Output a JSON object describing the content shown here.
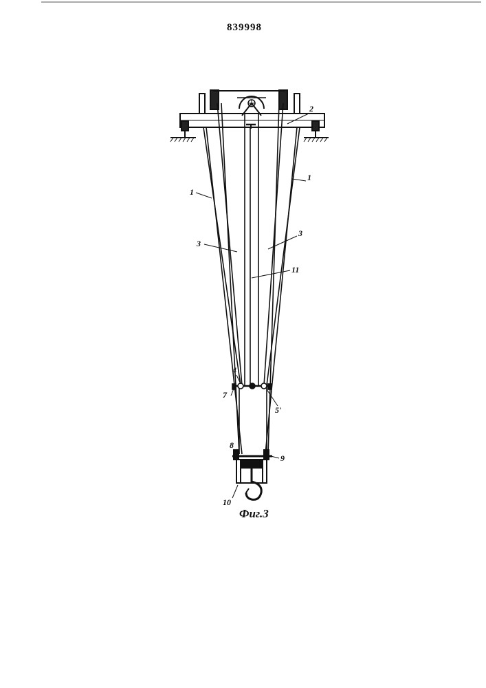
{
  "document": {
    "patent_number": "839998",
    "figure_caption": "Фиг.3"
  },
  "labels": {
    "rope_left": "1",
    "rope_right": "1",
    "crossbeam": "2",
    "rope3_left": "3",
    "rope3_right": "3",
    "bottom_node": "4",
    "bottom_node_b": "5'",
    "clamp": "7",
    "pulley_left": "8",
    "pulley_right": "9",
    "hook_block": "10",
    "center_rope": "11"
  },
  "colors": {
    "ink": "#111111",
    "paper": "#ffffff"
  }
}
